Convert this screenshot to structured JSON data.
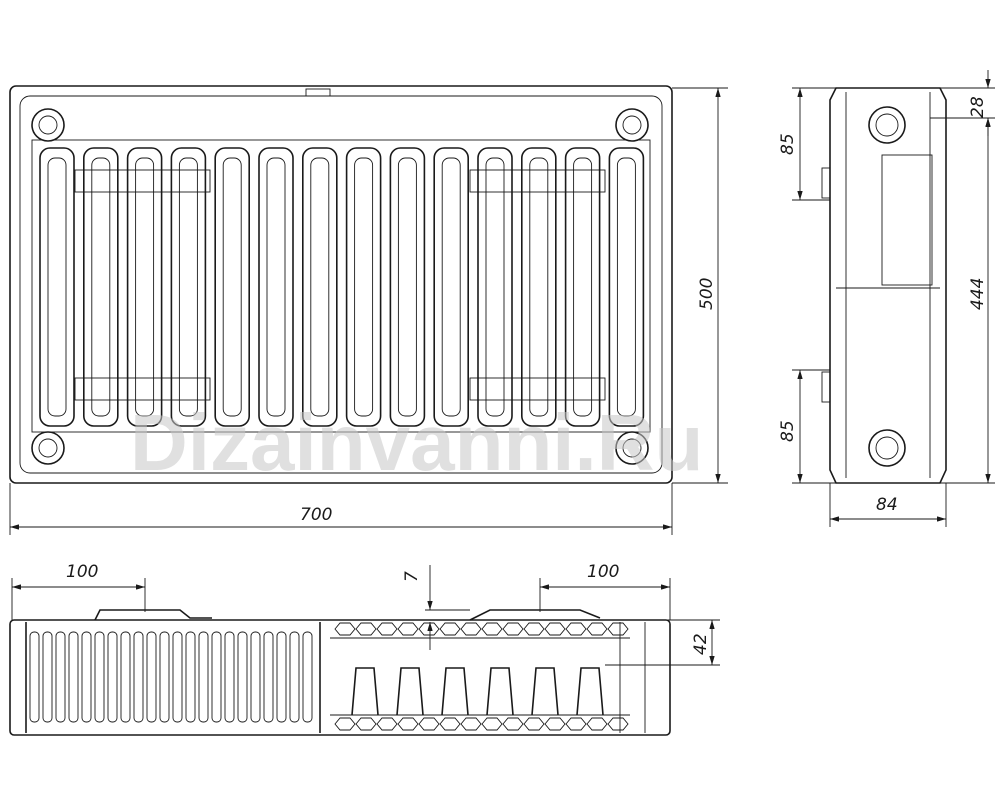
{
  "watermark": "Dizainvanni.Ru",
  "front_view": {
    "height_label": "500",
    "width_label": "700",
    "fin_count": 14
  },
  "side_view": {
    "top_offset_label": "28",
    "upper_connection_label": "85",
    "center_distance_label": "444",
    "lower_connection_label": "85",
    "depth_label": "84"
  },
  "top_view": {
    "left_bracket_label": "100",
    "right_bracket_label": "100",
    "gap_label": "7",
    "connection_depth_label": "42"
  },
  "colors": {
    "line": "#1a1a1a",
    "background": "#ffffff",
    "watermark": "#c8c8c8"
  }
}
